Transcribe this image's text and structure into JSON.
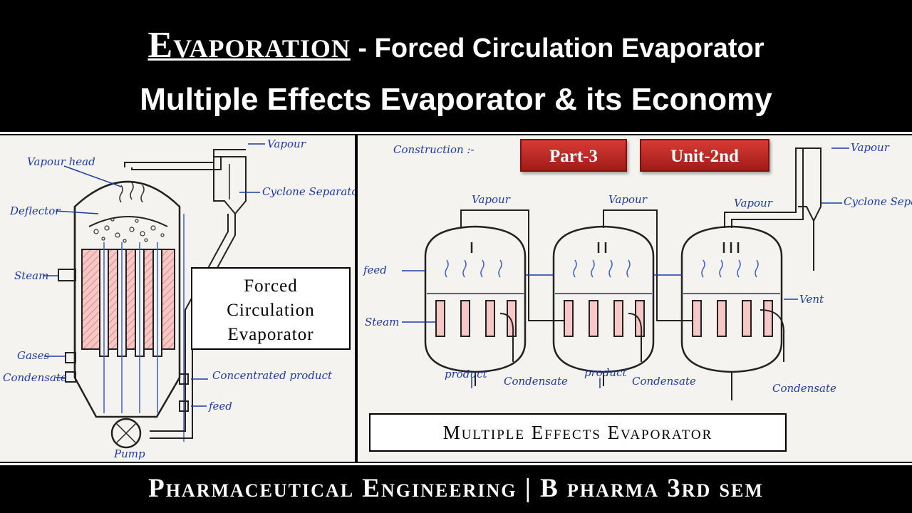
{
  "header": {
    "title_main": "Evaporation",
    "title_separator": " - ",
    "title_rest": "Forced Circulation Evaporator",
    "subtitle": "Multiple Effects Evaporator & its Economy"
  },
  "badges": {
    "part": "Part-3",
    "unit": "Unit-2nd"
  },
  "left_diagram": {
    "labels": {
      "vapour_head": "Vapour head",
      "vapour": "Vapour",
      "cyclone_separator": "Cyclone Separator",
      "deflector": "Deflector",
      "steam": "Steam",
      "gases": "Gases",
      "condensate": "Condensate",
      "concentrated_product": "Concentrated product",
      "feed": "feed",
      "pump": "Pump"
    },
    "box_lines": [
      "Forced",
      "Circulation",
      "Evaporator"
    ]
  },
  "right_diagram": {
    "labels": {
      "construction": "Construction :-",
      "vapour": "Vapour",
      "cyclone_separator": "Cyclone Separator",
      "feed": "feed",
      "steam": "Steam",
      "vent": "Vent",
      "product": "product",
      "condensate": "Condensate"
    },
    "effects": [
      "I",
      "II",
      "III"
    ],
    "box_title": "Multiple Effects Evaporator"
  },
  "footer": {
    "text": "Pharmaceutical Engineering | B pharma 3rd sem"
  }
}
